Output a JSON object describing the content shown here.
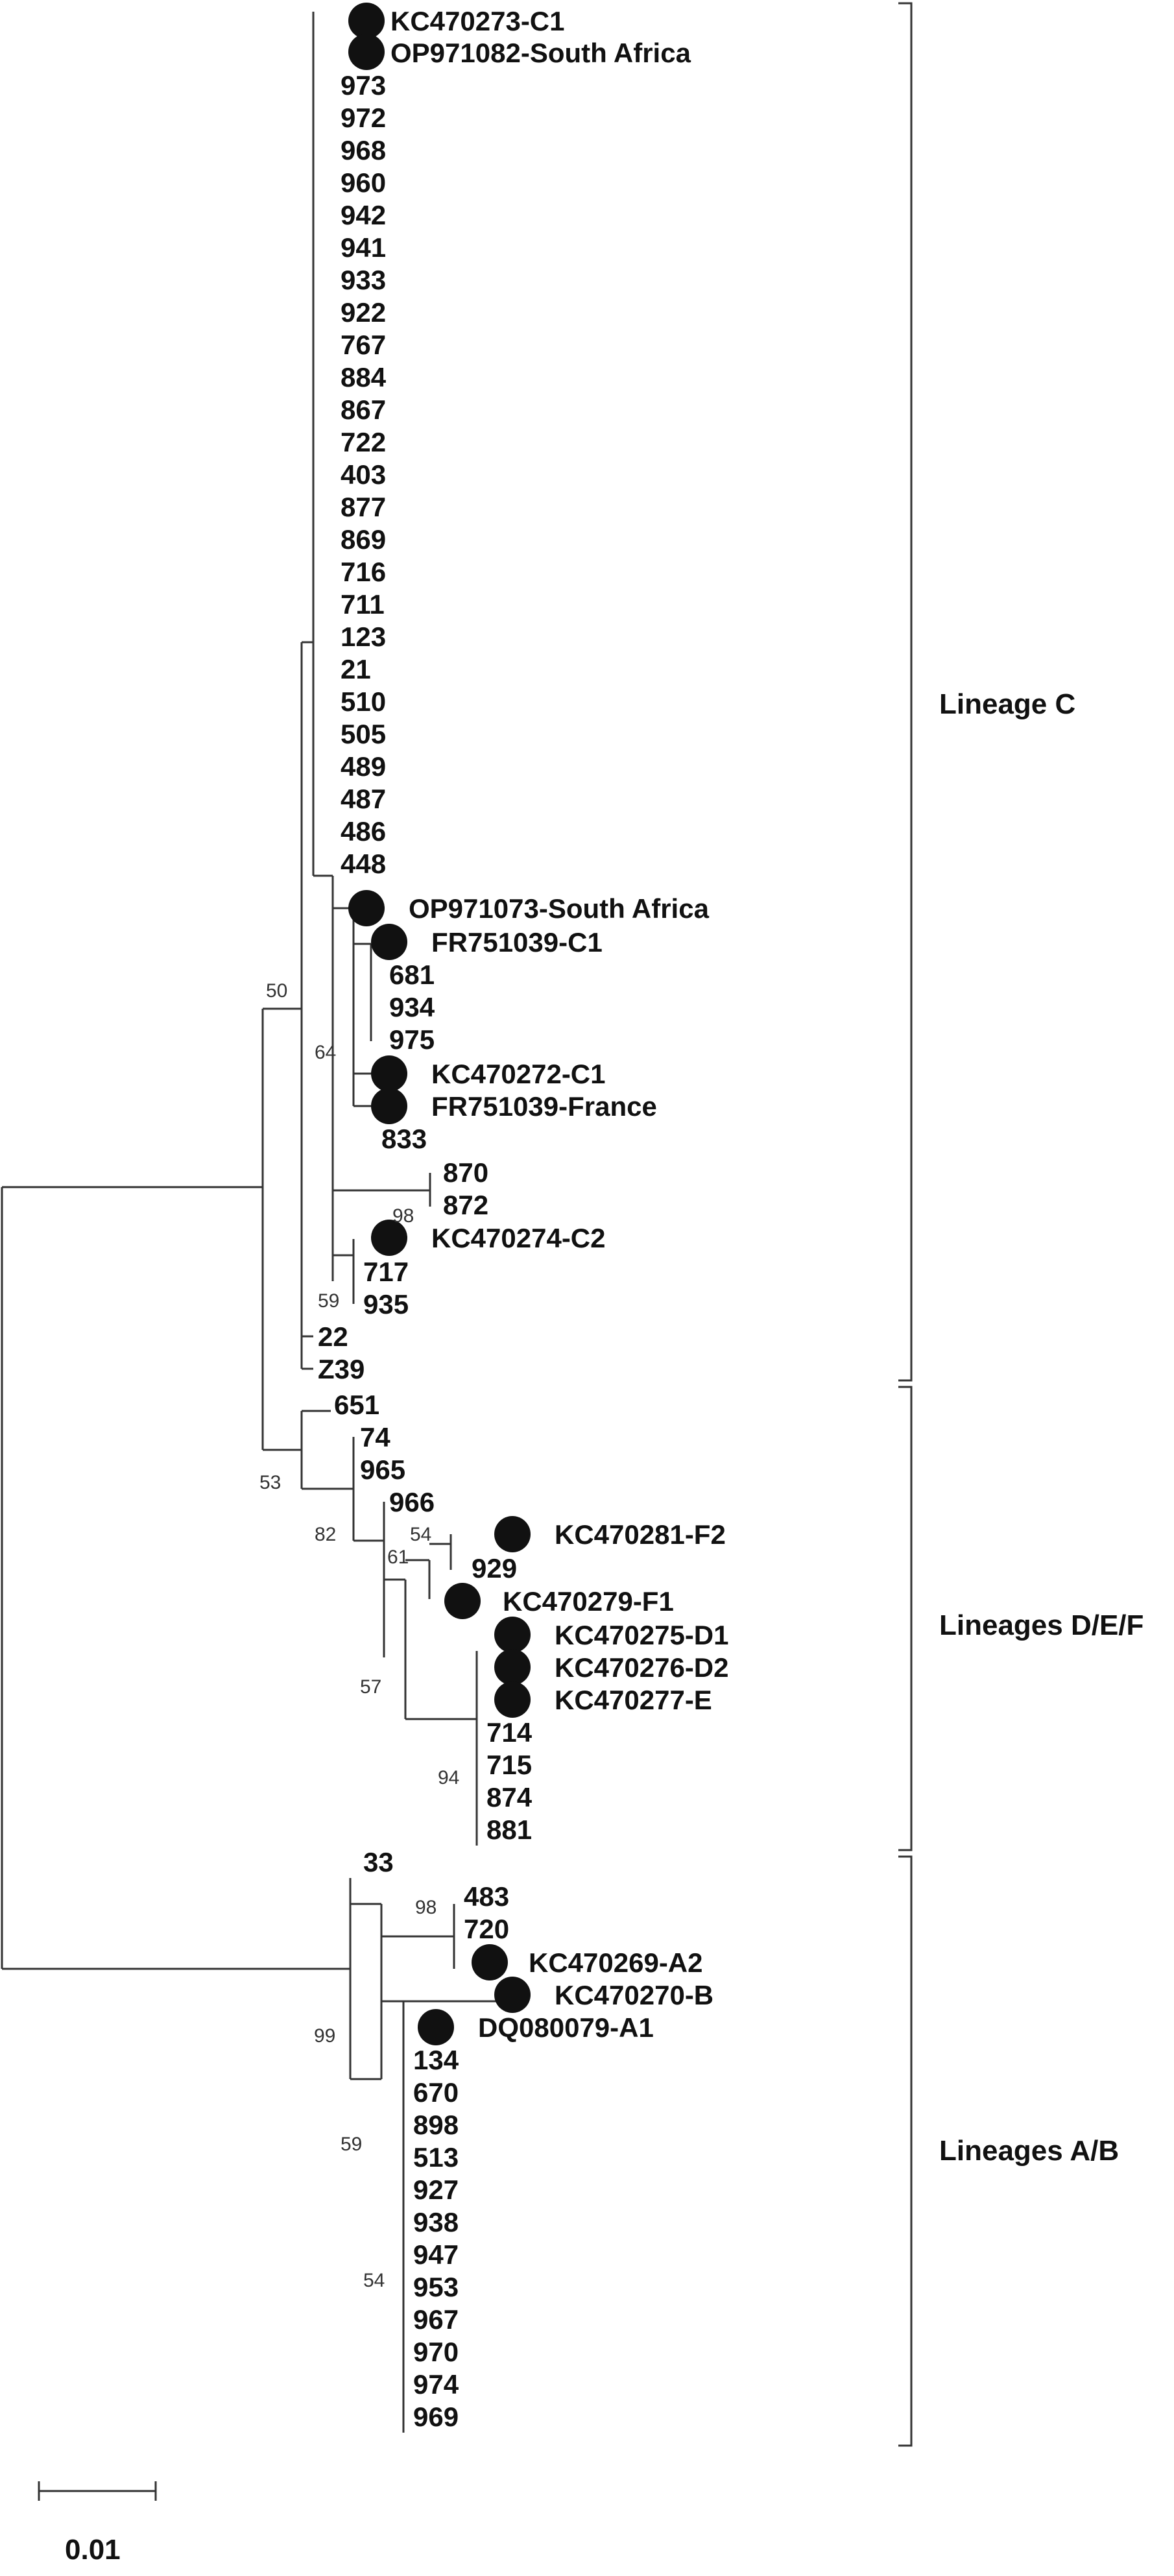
{
  "tree": {
    "root_lineage_c": {
      "tips_top": [
        "973",
        "972",
        "968",
        "960",
        "942",
        "941",
        "933",
        "922",
        "767",
        "884",
        "867",
        "722",
        "403",
        "877",
        "869",
        "716",
        "711",
        "123",
        "21",
        "510",
        "505",
        "489",
        "487",
        "486",
        "448"
      ],
      "tips_bottom": [
        "22",
        "Z39"
      ]
    },
    "lineage_de_f": [
      "651",
      "74",
      "965",
      "966",
      "929",
      "714",
      "715",
      "874",
      "881"
    ],
    "lineage_ab": [
      "33",
      "483",
      "720",
      "134",
      "670",
      "898",
      "513",
      "927",
      "938",
      "947",
      "953",
      "967",
      "970",
      "974",
      "969"
    ],
    "markers": [
      "KC470273-C1",
      "OP971082-South Africa",
      "OP971073-South Africa",
      "FR751039-C1",
      "KC470272-C1",
      "FR751039-France",
      "KC470274-C2",
      "KC470281-F2",
      "KC470279-F1",
      "KC470275-D1",
      "KC470276-D2",
      "KC470277-E",
      "KC470269-A2",
      "KC470270-B",
      "DQ080079-A1"
    ],
    "other_tips": [
      "681",
      "934",
      "975",
      "833",
      "870",
      "872",
      "717",
      "935"
    ],
    "bootstrap": [
      "50",
      "64",
      "98",
      "59",
      "53",
      "82",
      "61",
      "54",
      "57",
      "94",
      "98",
      "99",
      "59",
      "54"
    ]
  },
  "clades": [
    "Lineage C",
    "Lineages D/E/F",
    "Lineages A/B"
  ],
  "scale_bar": {
    "label": "0.01"
  },
  "colors": {
    "line": "#333333",
    "marker": "#111111"
  }
}
